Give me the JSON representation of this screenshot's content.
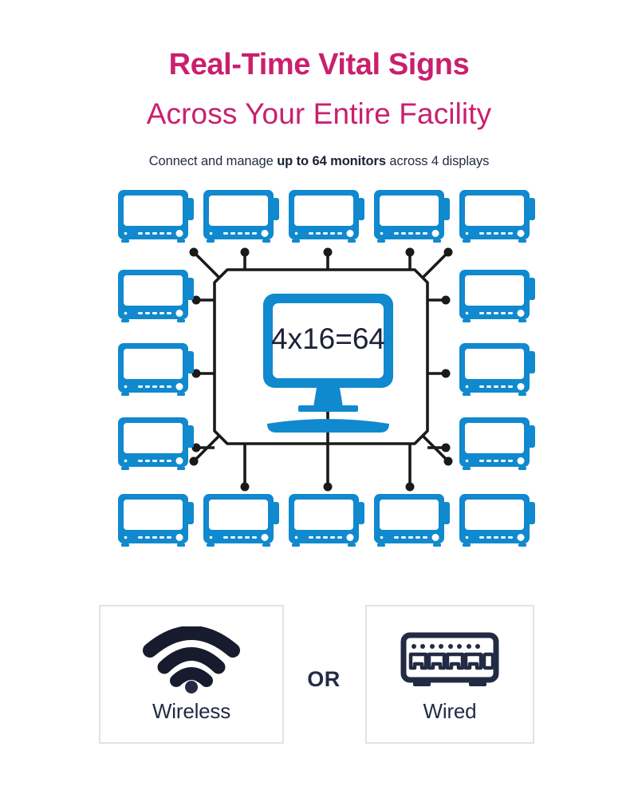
{
  "header": {
    "headline_line1": "Real-Time Vital Signs",
    "headline_line2": "Across Your Entire Facility",
    "subtitle_prefix": "Connect and manage ",
    "subtitle_bold": "up to 64 monitors",
    "subtitle_suffix": " across 4 displays"
  },
  "diagram": {
    "center_label": "4x16=64",
    "monitor_count_top": 5,
    "monitor_count_bottom": 5,
    "monitor_count_left": 3,
    "monitor_count_right": 3,
    "total_monitors": 16,
    "connector_nodes": 16
  },
  "connectivity": {
    "wireless_label": "Wireless",
    "or_label": "OR",
    "wired_label": "Wired",
    "wireless_icon": "wifi-icon",
    "wired_icon": "network-switch-icon"
  },
  "colors": {
    "magenta": "#C9206E",
    "navy": "#232B44",
    "blue": "#1089CE",
    "line": "#1A1A1A",
    "card_border": "#E2E2E2",
    "background": "#FFFFFF"
  }
}
